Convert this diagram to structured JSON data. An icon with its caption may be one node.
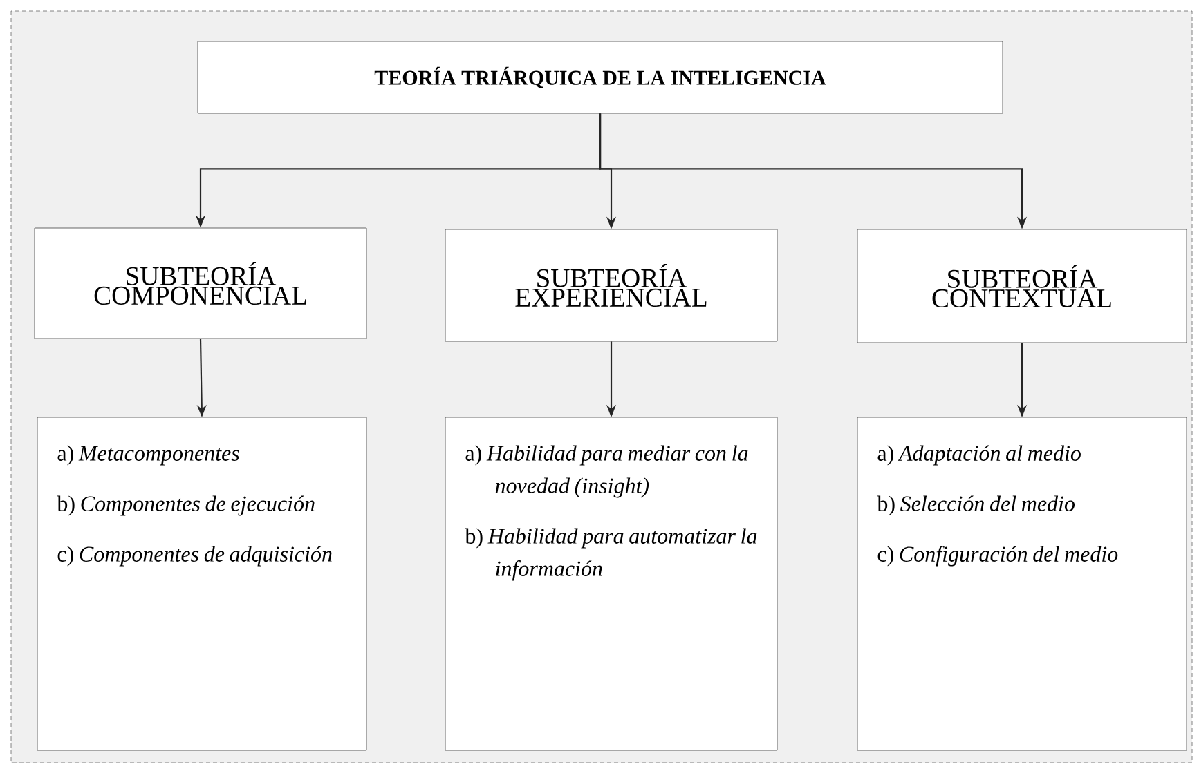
{
  "diagram": {
    "nodes": [
      {
        "text": [
          "TEORÍA TRIÁRQUICA DE LA INTELIGENCIA"
        ]
      },
      {
        "text": [
          "SUBTEORÍA COMPONENCIAL"
        ]
      },
      {
        "text": [
          "SUBTEORÍA EXPERIENCIAL"
        ]
      },
      {
        "text": [
          "SUBTEORÍA CONTEXTUAL"
        ]
      },
      {
        "text": [
          "a) *Metacomponentes*",
          "b) *Componentes de ejecución*",
          "c) *Componentes de adquisición*"
        ]
      },
      {
        "text": [
          "a) *Habilidad para mediar con la novedad (insight)*",
          "b) *Habilidad para automatizar la información*"
        ]
      },
      {
        "text": [
          "a) *Adaptación al medio*",
          "b) *Selección del medio*",
          "c) *Configuración del medio*"
        ]
      }
    ],
    "edges": [
      {
        "from": 0,
        "to": 1,
        "arrow": "to"
      },
      {
        "from": 0,
        "to": 2,
        "arrow": "to"
      },
      {
        "from": 0,
        "to": 3,
        "arrow": "to"
      },
      {
        "from": 1,
        "to": 4,
        "arrow": "to"
      },
      {
        "from": 2,
        "to": 5,
        "arrow": "to"
      },
      {
        "from": 3,
        "to": 6,
        "arrow": "to"
      }
    ]
  }
}
